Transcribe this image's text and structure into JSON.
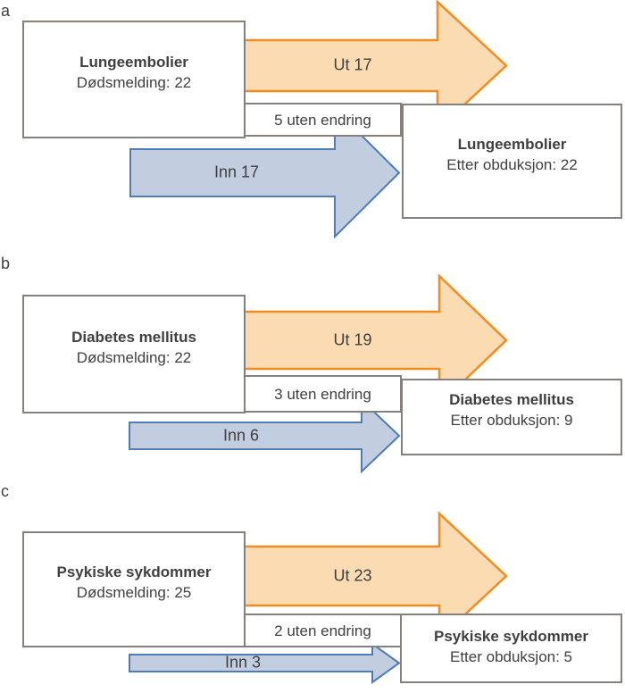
{
  "colors": {
    "out_fill": "#FBDCB2",
    "out_stroke": "#F28C1E",
    "in_fill": "#C3CDE0",
    "in_stroke": "#4E7CB8",
    "box_border": "#85807C",
    "text": "#3F3F3F"
  },
  "panels": [
    {
      "label": "a",
      "left_box": {
        "title": "Lungeembolier",
        "subtitle": "Dødsmelding: 22"
      },
      "out_arrow_label": "Ut 17",
      "unchanged_label": "5 uten endring",
      "in_arrow_label": "Inn 17",
      "right_box": {
        "title": "Lungeembolier",
        "subtitle": "Etter obduksjon: 22"
      }
    },
    {
      "label": "b",
      "left_box": {
        "title": "Diabetes mellitus",
        "subtitle": "Dødsmelding: 22"
      },
      "out_arrow_label": "Ut 19",
      "unchanged_label": "3 uten endring",
      "in_arrow_label": "Inn 6",
      "right_box": {
        "title": "Diabetes mellitus",
        "subtitle": "Etter obduksjon: 9"
      }
    },
    {
      "label": "c",
      "left_box": {
        "title": "Psykiske sykdommer",
        "subtitle": "Dødsmelding: 25"
      },
      "out_arrow_label": "Ut 23",
      "unchanged_label": "2 uten endring",
      "in_arrow_label": "Inn 3",
      "right_box": {
        "title": "Psykiske sykdommer",
        "subtitle": "Etter obduksjon: 5"
      }
    }
  ]
}
